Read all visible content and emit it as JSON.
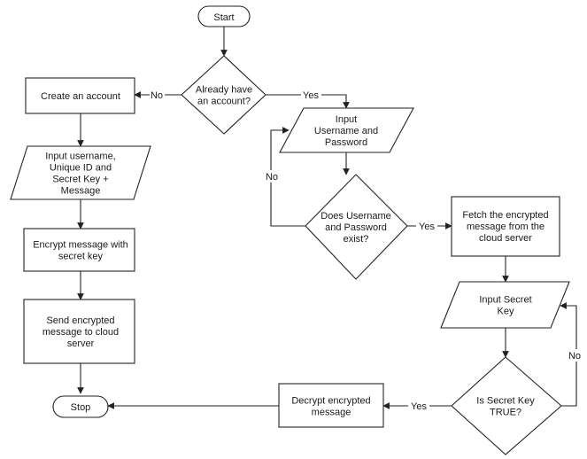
{
  "nodes": {
    "start": [
      "Start"
    ],
    "already": [
      "Already have",
      "an account?"
    ],
    "create": [
      "Create an account"
    ],
    "input_user": [
      "Input username,",
      "Unique ID and",
      "Secret Key +",
      "Message"
    ],
    "encrypt": [
      "Encrypt message with",
      "secret key"
    ],
    "send": [
      "Send encrypted",
      "message to cloud",
      "server"
    ],
    "stop": [
      "Stop"
    ],
    "input_pw": [
      "Input",
      "Username and",
      "Password"
    ],
    "exists": [
      "Does Username",
      "and Password",
      "exist?"
    ],
    "fetch": [
      "Fetch the encrypted",
      "message from the",
      "cloud server"
    ],
    "input_key": [
      "Input Secret",
      "Key"
    ],
    "key_true": [
      "Is Secret Key",
      "TRUE?"
    ],
    "decrypt": [
      "Decrypt encrypted",
      "message"
    ]
  },
  "edge_labels": {
    "no_create": "No",
    "yes_login": "Yes",
    "no_retry_pw": "No",
    "yes_fetch": "Yes",
    "no_retry_key": "No",
    "yes_decrypt": "Yes"
  }
}
